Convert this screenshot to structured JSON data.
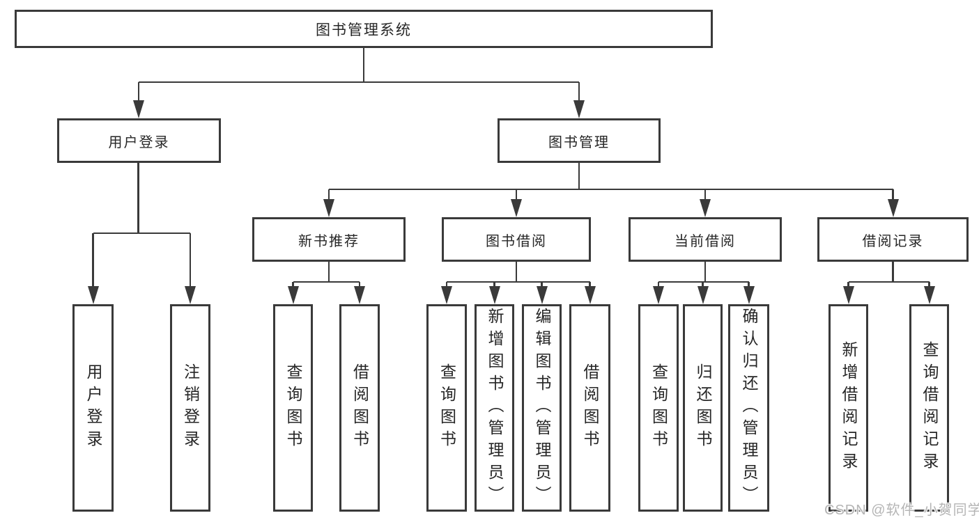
{
  "nodes": {
    "root": "图书管理系统",
    "level1": {
      "user_login": "用户登录",
      "book_management": "图书管理"
    },
    "user_login_children": {
      "login": "用户登录",
      "logout": "注销登录"
    },
    "book_management_children": {
      "new_book_rec": "新书推荐",
      "book_borrowing": "图书借阅",
      "current_borrowing": "当前借阅",
      "borrowing_records": "借阅记录"
    },
    "new_book_rec_children": {
      "query_books": "查询图书",
      "borrow_books": "借阅图书"
    },
    "book_borrowing_children": {
      "query_books": "查询图书",
      "add_books_admin": "新增图书（管理员）",
      "edit_books_admin": "编辑图书（管理员）",
      "borrow_books": "借阅图书"
    },
    "current_borrowing_children": {
      "query_books": "查询图书",
      "return_books": "归还图书",
      "confirm_return_admin": "确认归还（管理员）"
    },
    "borrowing_records_children": {
      "add_borrow_record": "新增借阅记录",
      "query_borrow_record": "查询借阅记录"
    }
  },
  "watermark": "CSDN @软件_小贺同学",
  "colors": {
    "line": "#3a3a3a",
    "border": "#3a3a3a",
    "text": "#262626",
    "watermark": "#b5b5b5",
    "background": "#ffffff"
  }
}
